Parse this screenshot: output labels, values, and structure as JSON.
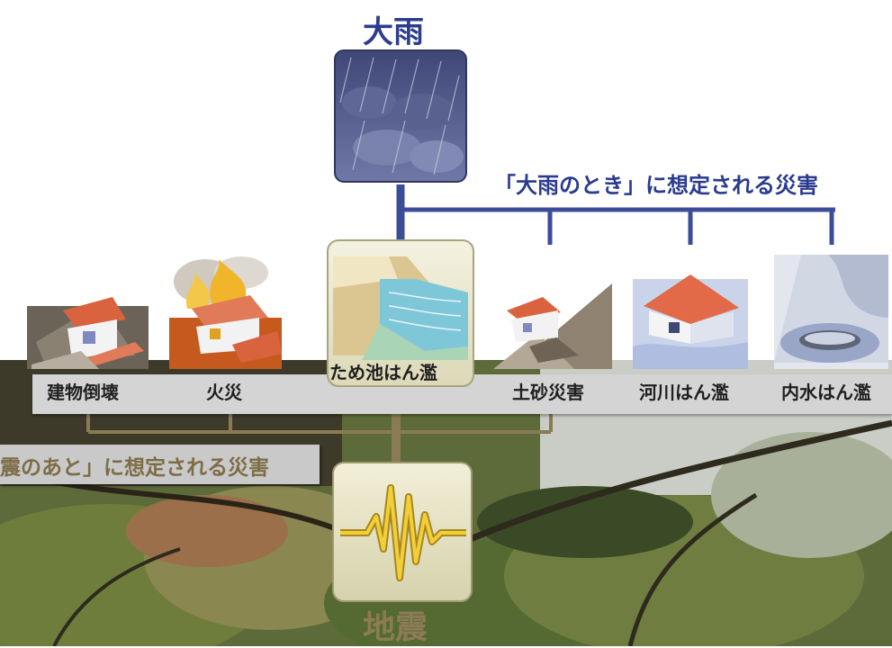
{
  "heavy_rain": {
    "title": "大雨",
    "caption": "「大雨のとき」に想定される災害"
  },
  "earthquake": {
    "title": "地震",
    "caption": "震のあと」に想定される災害"
  },
  "disasters": [
    {
      "label": "建物倒壊",
      "icon": "collapsed-building-icon"
    },
    {
      "label": "火災",
      "icon": "fire-icon"
    },
    {
      "label": "ため池はん濫",
      "icon": "reservoir-flood-icon"
    },
    {
      "label": "土砂災害",
      "icon": "landslide-icon"
    },
    {
      "label": "河川はん濫",
      "icon": "river-flood-icon"
    },
    {
      "label": "内水はん濫",
      "icon": "inland-flood-icon"
    }
  ],
  "colors": {
    "rain_line": "#3d4c98",
    "quake_line": "#8a7b55",
    "label_bar": "#d4d4d4"
  }
}
